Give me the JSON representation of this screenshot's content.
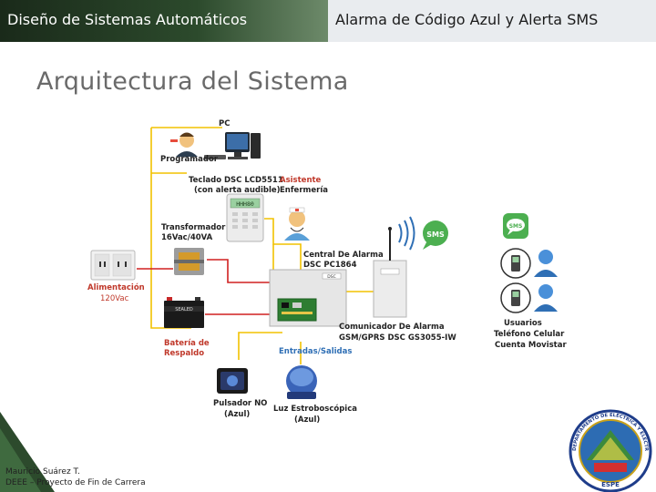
{
  "header": {
    "left_title": "Diseño de Sistemas Automáticos",
    "right_title": "Alarma de Código Azul y Alerta SMS"
  },
  "slide_title": "Arquitectura del Sistema",
  "diagram": {
    "pc": "PC",
    "programador": "Programador",
    "teclado_line1": "Teclado DSC LCD5511",
    "teclado_line2": "(con alerta audible)",
    "asistente_line1": "Asistente",
    "asistente_line2": "Enfermería",
    "transformador_line1": "Transformador",
    "transformador_line2": "16Vac/40VA",
    "central_line1": "Central De Alarma",
    "central_line2": "DSC PC1864",
    "alimentacion": "Alimentación",
    "alimentacion_volt": "120Vac",
    "bateria_line1": "Batería de",
    "bateria_line2": "Respaldo",
    "comunicador_line1": "Comunicador De Alarma",
    "comunicador_line2": "GSM/GPRS DSC GS3055-IW",
    "entradas": "Entradas/Salidas",
    "usuarios": "Usuarios",
    "telefono": "Teléfono Celular",
    "cuenta": "Cuenta Movistar",
    "pulsador_line1": "Pulsador NO",
    "pulsador_line2": "(Azul)",
    "luz_line1": "Luz Estroboscópica",
    "luz_line2": "(Azul)",
    "sms_badge": "SMS",
    "keypad_display": "HHH80",
    "central_badge": "DSC",
    "battery_brand": "SEALED",
    "emblem_text": "DEPARTAMENTO DE ELÉCTRICA Y ELECTRÓNICA",
    "emblem_bottom": "ESPE"
  },
  "footer": {
    "line1": "Mauricio Suárez T.",
    "line2": "DEEE – Proyecto de Fin de Carrera"
  },
  "colors": {
    "header_dark": "#2c4a2c",
    "header_light": "#e9ecef",
    "connector_yellow": "#f2c200",
    "connector_red": "#d02020",
    "sms_green": "#4caf50",
    "label_red": "#c0392b",
    "label_blue": "#2f6fb5"
  }
}
